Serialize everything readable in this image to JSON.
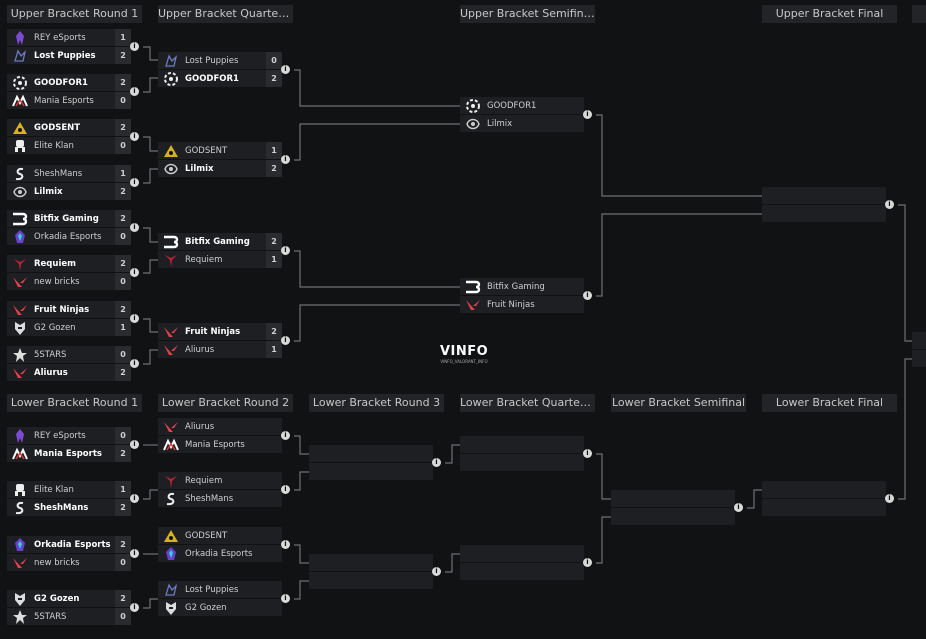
{
  "headers": {
    "ubr1": "Upper Bracket Round 1",
    "ubqf": "Upper Bracket Quarterfin...",
    "ubsf": "Upper Bracket Semifinals",
    "ubf": "Upper Bracket Final",
    "lbr1": "Lower Bracket Round 1",
    "lbr2": "Lower Bracket Round 2",
    "lbr3": "Lower Bracket Round 3",
    "lbqf": "Lower Bracket Quarterfin...",
    "lbsf": "Lower Bracket Semifinal",
    "lbf": "Lower Bracket Final"
  },
  "watermark": {
    "logo_text": "VINFO",
    "tagline": "VINFO_VALORANT_INFO"
  },
  "info_glyph": "i",
  "matches": {
    "ub1_1": {
      "top": {
        "name": "REY eSports",
        "score": "1",
        "logo": "rey-logo"
      },
      "bot": {
        "name": "Lost Puppies",
        "score": "2",
        "logo": "lost-puppies-logo"
      }
    },
    "ub1_2": {
      "top": {
        "name": "GOODFOR1",
        "score": "2",
        "logo": "goodfor1-logo"
      },
      "bot": {
        "name": "Mania Esports",
        "score": "0",
        "logo": "mania-logo"
      }
    },
    "ub1_3": {
      "top": {
        "name": "GODSENT",
        "score": "2",
        "logo": "godsent-logo"
      },
      "bot": {
        "name": "Elite Klan",
        "score": "0",
        "logo": "elite-klan-logo"
      }
    },
    "ub1_4": {
      "top": {
        "name": "SheshMans",
        "score": "1",
        "logo": "sheshmans-logo"
      },
      "bot": {
        "name": "Lilmix",
        "score": "2",
        "logo": "lilmix-logo"
      }
    },
    "ub1_5": {
      "top": {
        "name": "Bitfix Gaming",
        "score": "2",
        "logo": "bitfix-logo"
      },
      "bot": {
        "name": "Orkadia Esports",
        "score": "0",
        "logo": "orkadia-logo"
      }
    },
    "ub1_6": {
      "top": {
        "name": "Requiem",
        "score": "2",
        "logo": "requiem-logo"
      },
      "bot": {
        "name": "new bricks",
        "score": "0",
        "logo": "new-bricks-logo"
      }
    },
    "ub1_7": {
      "top": {
        "name": "Fruit Ninjas",
        "score": "2",
        "logo": "fruit-ninjas-logo"
      },
      "bot": {
        "name": "G2 Gozen",
        "score": "1",
        "logo": "g2-gozen-logo"
      }
    },
    "ub1_8": {
      "top": {
        "name": "5STARS",
        "score": "0",
        "logo": "5stars-logo"
      },
      "bot": {
        "name": "Aliurus",
        "score": "2",
        "logo": "aliurus-logo"
      }
    },
    "ubqf_1": {
      "top": {
        "name": "Lost Puppies",
        "score": "0",
        "logo": "lost-puppies-logo"
      },
      "bot": {
        "name": "GOODFOR1",
        "score": "2",
        "logo": "goodfor1-logo"
      }
    },
    "ubqf_2": {
      "top": {
        "name": "GODSENT",
        "score": "1",
        "logo": "godsent-logo"
      },
      "bot": {
        "name": "Lilmix",
        "score": "2",
        "logo": "lilmix-logo"
      }
    },
    "ubqf_3": {
      "top": {
        "name": "Bitfix Gaming",
        "score": "2",
        "logo": "bitfix-logo"
      },
      "bot": {
        "name": "Requiem",
        "score": "1",
        "logo": "requiem-logo"
      }
    },
    "ubqf_4": {
      "top": {
        "name": "Fruit Ninjas",
        "score": "2",
        "logo": "fruit-ninjas-logo"
      },
      "bot": {
        "name": "Aliurus",
        "score": "1",
        "logo": "aliurus-logo"
      }
    },
    "ubsf_1": {
      "top": {
        "name": "GOODFOR1",
        "score": "",
        "logo": "goodfor1-logo"
      },
      "bot": {
        "name": "Lilmix",
        "score": "",
        "logo": "lilmix-logo"
      }
    },
    "ubsf_2": {
      "top": {
        "name": "Bitfix Gaming",
        "score": "",
        "logo": "bitfix-logo"
      },
      "bot": {
        "name": "Fruit Ninjas",
        "score": "",
        "logo": "fruit-ninjas-logo"
      }
    },
    "ubf_1": {
      "top": {
        "name": "",
        "score": "",
        "logo": ""
      },
      "bot": {
        "name": "",
        "score": "",
        "logo": ""
      }
    },
    "lb1_1": {
      "top": {
        "name": "REY eSports",
        "score": "0",
        "logo": "rey-logo"
      },
      "bot": {
        "name": "Mania Esports",
        "score": "2",
        "logo": "mania-logo"
      }
    },
    "lb1_2": {
      "top": {
        "name": "Elite Klan",
        "score": "1",
        "logo": "elite-klan-logo"
      },
      "bot": {
        "name": "SheshMans",
        "score": "2",
        "logo": "sheshmans-logo"
      }
    },
    "lb1_3": {
      "top": {
        "name": "Orkadia Esports",
        "score": "2",
        "logo": "orkadia-logo"
      },
      "bot": {
        "name": "new bricks",
        "score": "0",
        "logo": "new-bricks-logo"
      }
    },
    "lb1_4": {
      "top": {
        "name": "G2 Gozen",
        "score": "2",
        "logo": "g2-gozen-logo"
      },
      "bot": {
        "name": "5STARS",
        "score": "0",
        "logo": "5stars-logo"
      }
    },
    "lb2_1": {
      "top": {
        "name": "Aliurus",
        "score": "",
        "logo": "aliurus-logo"
      },
      "bot": {
        "name": "Mania Esports",
        "score": "",
        "logo": "mania-logo"
      }
    },
    "lb2_2": {
      "top": {
        "name": "Requiem",
        "score": "",
        "logo": "requiem-logo"
      },
      "bot": {
        "name": "SheshMans",
        "score": "",
        "logo": "sheshmans-logo"
      }
    },
    "lb2_3": {
      "top": {
        "name": "GODSENT",
        "score": "",
        "logo": "godsent-logo"
      },
      "bot": {
        "name": "Orkadia Esports",
        "score": "",
        "logo": "orkadia-logo"
      }
    },
    "lb2_4": {
      "top": {
        "name": "Lost Puppies",
        "score": "",
        "logo": "lost-puppies-logo"
      },
      "bot": {
        "name": "G2 Gozen",
        "score": "",
        "logo": "g2-gozen-logo"
      }
    },
    "lb3_1": {
      "top": {
        "name": "",
        "score": "",
        "logo": ""
      },
      "bot": {
        "name": "",
        "score": "",
        "logo": ""
      }
    },
    "lb3_2": {
      "top": {
        "name": "",
        "score": "",
        "logo": ""
      },
      "bot": {
        "name": "",
        "score": "",
        "logo": ""
      }
    },
    "lbqf_1": {
      "top": {
        "name": "",
        "score": "",
        "logo": ""
      },
      "bot": {
        "name": "",
        "score": "",
        "logo": ""
      }
    },
    "lbqf_2": {
      "top": {
        "name": "",
        "score": "",
        "logo": ""
      },
      "bot": {
        "name": "",
        "score": "",
        "logo": ""
      }
    },
    "lbsf_1": {
      "top": {
        "name": "",
        "score": "",
        "logo": ""
      },
      "bot": {
        "name": "",
        "score": "",
        "logo": ""
      }
    },
    "lbf_1": {
      "top": {
        "name": "",
        "score": "",
        "logo": ""
      },
      "bot": {
        "name": "",
        "score": "",
        "logo": ""
      }
    }
  }
}
